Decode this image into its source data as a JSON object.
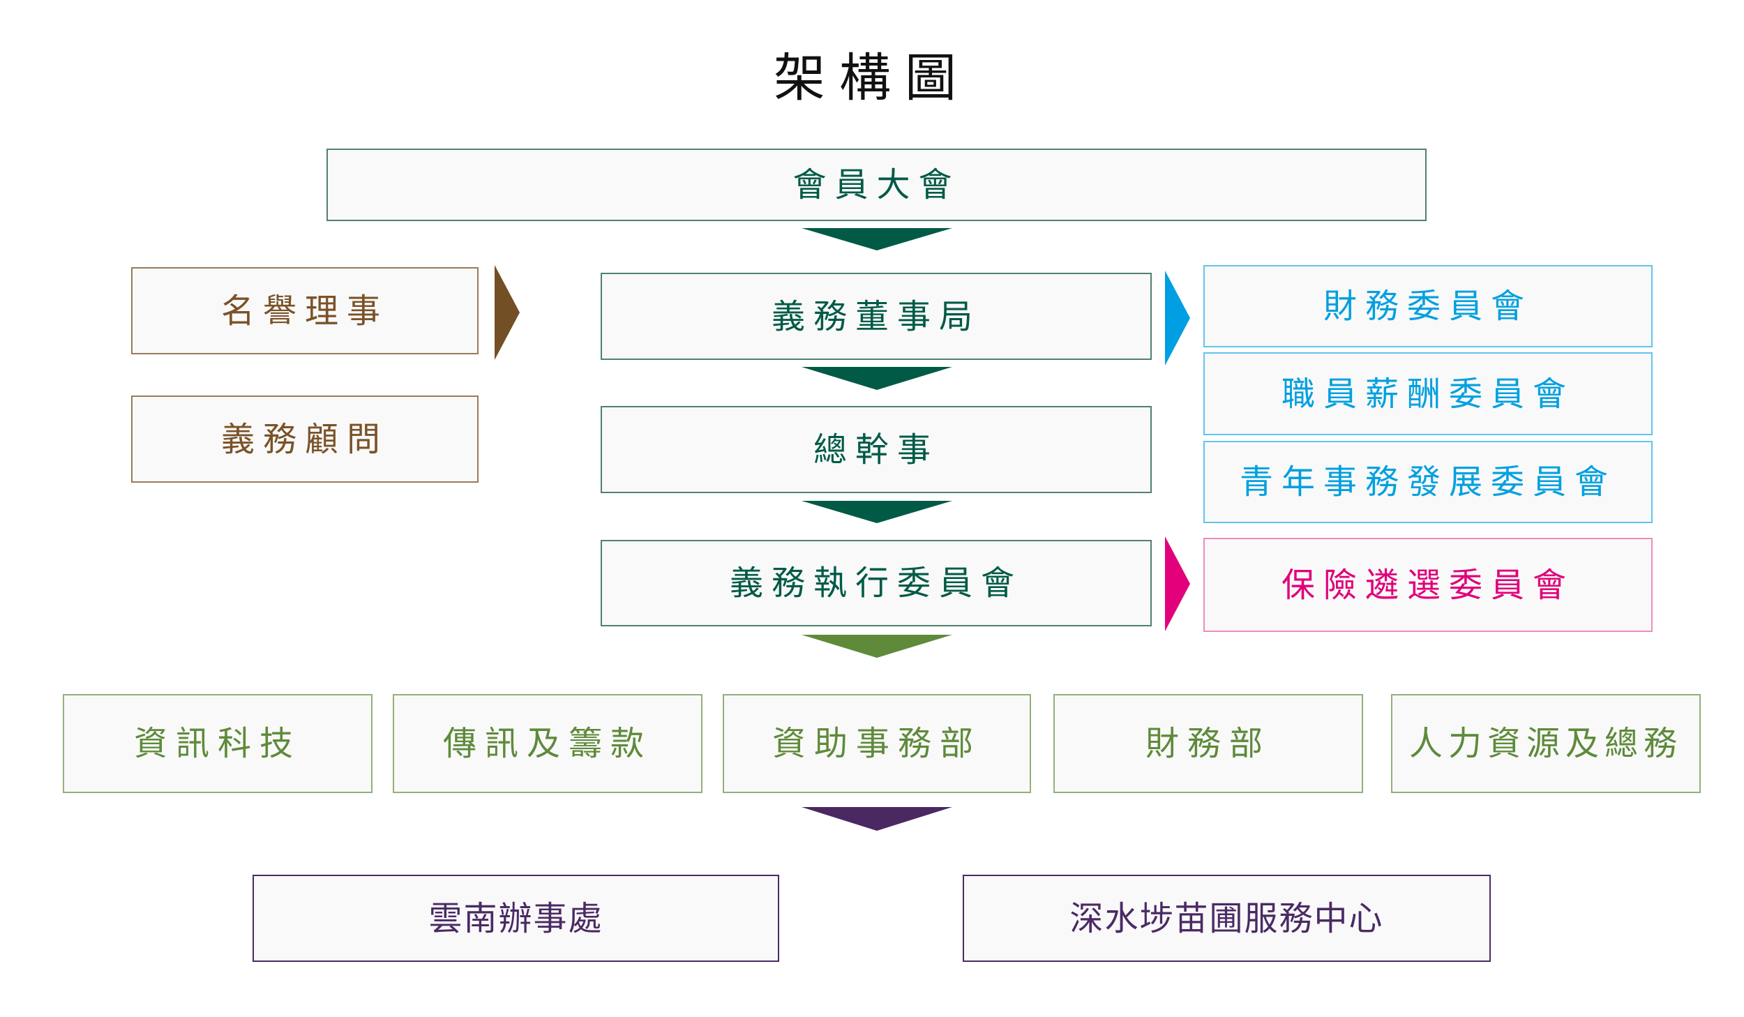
{
  "title": "架構圖",
  "colors": {
    "governance": "#005a46",
    "honorary": "#724f24",
    "committees": "#009fe3",
    "insurance": "#e3007b",
    "departments": "#5e8a3a",
    "offices": "#4a2862"
  },
  "top": {
    "label": "會員大會"
  },
  "honorary": [
    {
      "label": "名譽理事"
    },
    {
      "label": "義務顧問"
    }
  ],
  "center": [
    {
      "label": "義務董事局"
    },
    {
      "label": "總幹事"
    },
    {
      "label": "義務執行委員會"
    }
  ],
  "committees": [
    {
      "label": "財務委員會"
    },
    {
      "label": "職員薪酬委員會"
    },
    {
      "label": "青年事務發展委員會"
    }
  ],
  "insurance_committee": {
    "label": "保險遴選委員會"
  },
  "departments": [
    {
      "label": "資訊科技"
    },
    {
      "label": "傳訊及籌款"
    },
    {
      "label": "資助事務部"
    },
    {
      "label": "財務部"
    },
    {
      "label": "人力資源及總務"
    }
  ],
  "offices": [
    {
      "label": "雲南辦事處"
    },
    {
      "label": "深水埗苗圃服務中心"
    }
  ],
  "connectors": [
    {
      "from": "會員大會",
      "to": "義務董事局",
      "direction": "down",
      "color": "#005a46"
    },
    {
      "from": "名譽理事",
      "to": "義務董事局",
      "direction": "right",
      "color": "#724f24"
    },
    {
      "from": "義務董事局",
      "to": "財務委員會",
      "direction": "right",
      "color": "#009fe3"
    },
    {
      "from": "義務董事局",
      "to": "總幹事",
      "direction": "down",
      "color": "#005a46"
    },
    {
      "from": "總幹事",
      "to": "義務執行委員會",
      "direction": "down",
      "color": "#005a46"
    },
    {
      "from": "義務執行委員會",
      "to": "保險遴選委員會",
      "direction": "right",
      "color": "#e3007b"
    },
    {
      "from": "義務執行委員會",
      "to": "部門",
      "direction": "down",
      "color": "#5e8a3a"
    },
    {
      "from": "部門",
      "to": "辦事處",
      "direction": "down",
      "color": "#4a2862"
    }
  ]
}
